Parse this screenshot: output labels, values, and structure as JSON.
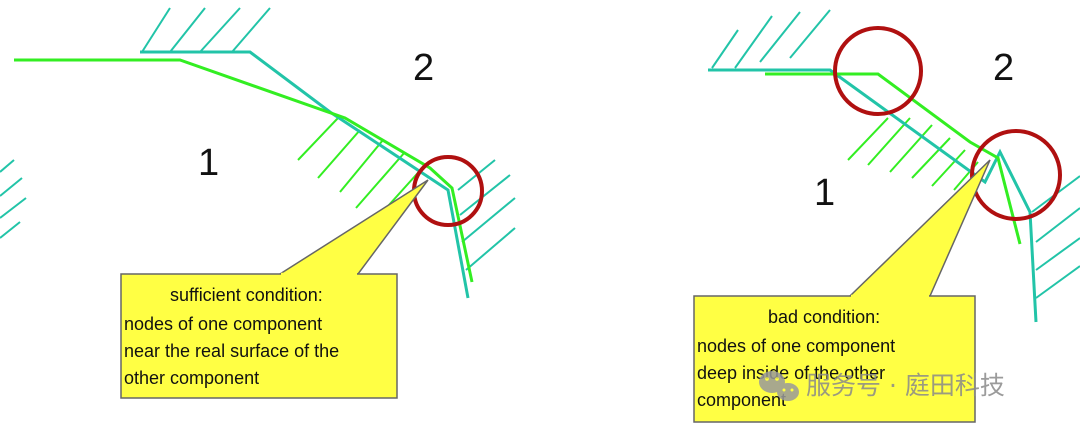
{
  "left_panel": {
    "region_labels": {
      "one": "1",
      "two": "2"
    },
    "callout": {
      "title": "sufficient condition:",
      "lines": [
        "nodes of one component",
        "near the real surface of the",
        "other  component"
      ]
    }
  },
  "right_panel": {
    "region_labels": {
      "one": "1",
      "two": "2"
    },
    "callout": {
      "title": "bad condition:",
      "lines": [
        "nodes of one component",
        "deep inside of the other",
        "component"
      ]
    }
  },
  "watermark": {
    "text": "服务号 · 庭田科技"
  },
  "colors": {
    "teal": "#22c4a8",
    "green": "#33ee22",
    "red_circle": "#b01010",
    "callout_fill": "#ffff44",
    "callout_border": "#666666"
  }
}
